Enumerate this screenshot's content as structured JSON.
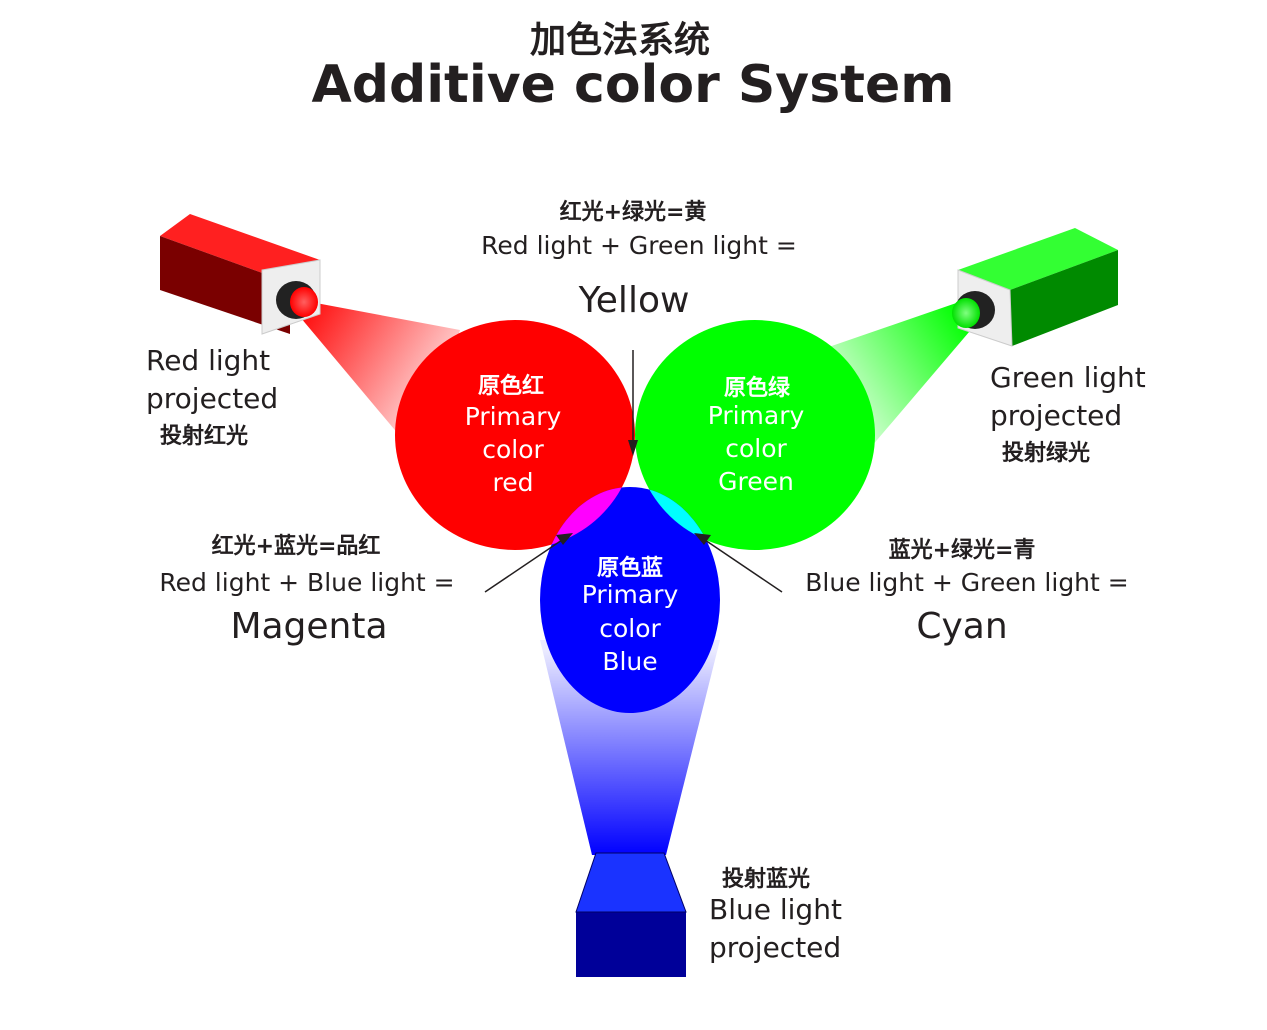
{
  "title": {
    "zh": "加色法系统",
    "en": "Additive color System"
  },
  "mixes": {
    "yellow": {
      "zh": "红光+绿光=黄",
      "formula": "Red light + Green light =",
      "result": "Yellow"
    },
    "magenta": {
      "zh": "红光+蓝光=品红",
      "formula": "Red light + Blue light =",
      "result": "Magenta"
    },
    "cyan": {
      "zh": "蓝光+绿光=青",
      "formula": "Blue light + Green light =",
      "result": "Cyan"
    }
  },
  "primaries": {
    "red": {
      "zh": "原色红",
      "line1": "Primary",
      "line2": "color",
      "line3": "red"
    },
    "green": {
      "zh": "原色绿",
      "line1": "Primary",
      "line2": "color",
      "line3": "Green"
    },
    "blue": {
      "zh": "原色蓝",
      "line1": "Primary",
      "line2": "color",
      "line3": "Blue"
    }
  },
  "projectors": {
    "red": {
      "line1": "Red light",
      "line2": "projected",
      "zh": "投射红光"
    },
    "green": {
      "line1": "Green light",
      "line2": "projected",
      "zh": "投射绿光"
    },
    "blue": {
      "zh": "投射蓝光",
      "line1": "Blue light",
      "line2": "projected"
    }
  },
  "colors": {
    "red": "#ff0000",
    "green": "#00ff00",
    "blue": "#0000ff",
    "yellow": "#ffff00",
    "magenta": "#ff00ff",
    "cyan": "#00ffff",
    "white": "#ffffff"
  },
  "icons": [
    "red-projector-icon",
    "green-projector-icon",
    "blue-projector-icon"
  ]
}
